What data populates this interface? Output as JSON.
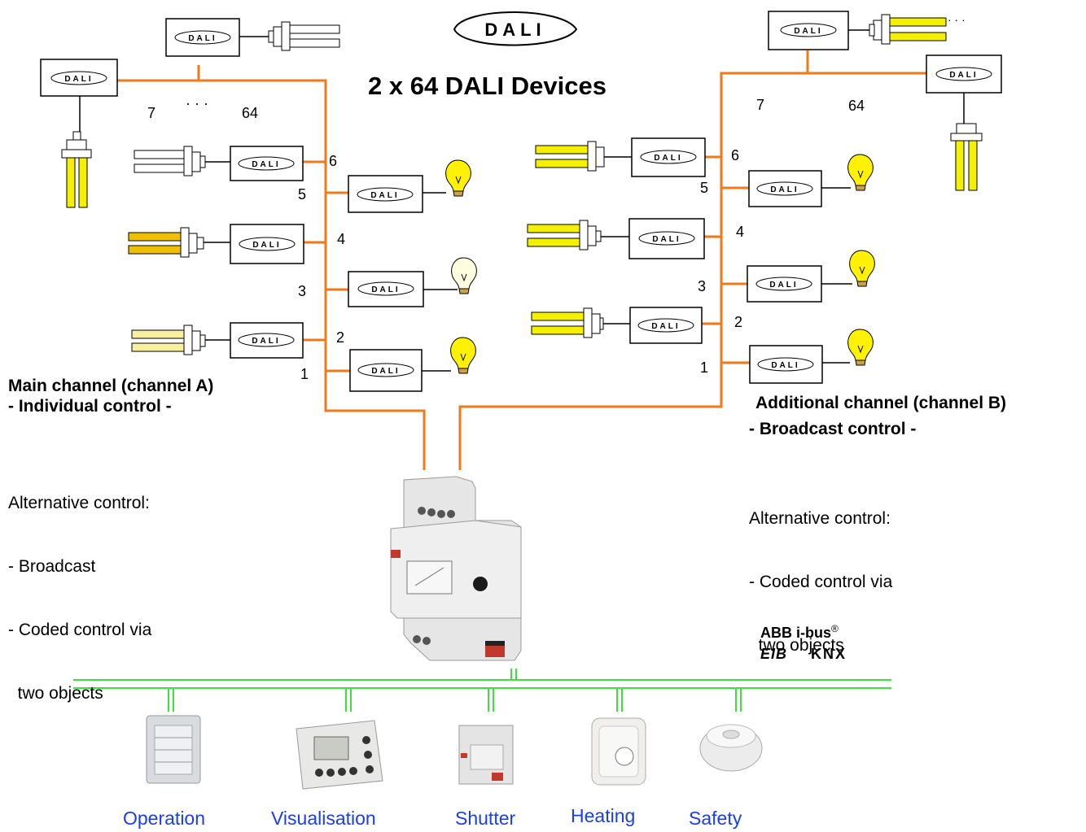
{
  "header": {
    "logo_text": "DALI",
    "title": "2 x 64 DALI Devices"
  },
  "dali_label": "DALI",
  "channel_a": {
    "numbers": [
      "7",
      "· · ·",
      "64",
      "6",
      "5",
      "4",
      "3",
      "2",
      "1"
    ],
    "heading_line1": "Main channel (channel A)",
    "heading_line2": "- Individual control -",
    "alt_title": "Alternative control:",
    "alt_items": [
      "- Broadcast",
      "- Coded control via",
      "  two objects"
    ]
  },
  "channel_b": {
    "numbers": [
      "7",
      "64",
      "6",
      "5",
      "4",
      "3",
      "2",
      "1"
    ],
    "dots": "· · ·",
    "heading_line1": "Additional channel (channel B)",
    "heading_line2": "- Broadcast control -",
    "alt_title": "Alternative control:",
    "alt_items": [
      "- Coded control via",
      "  two objects"
    ]
  },
  "brand": {
    "line1": "ABB i-bus",
    "registered": "®",
    "eib": "EIB",
    "knx": "KNX"
  },
  "bus_devices": [
    {
      "name": "Operation"
    },
    {
      "name": "Visualisation"
    },
    {
      "name": "Shutter"
    },
    {
      "name": "Heating"
    },
    {
      "name": "Safety"
    }
  ],
  "colors": {
    "dali_line": "#f07a1a",
    "bus_line": "#3ee03e",
    "caption": "#1a3ee8",
    "tube_yellow": "#f4f000",
    "tube_amber": "#f0c000",
    "tube_pale": "#f8f0a0",
    "bulb": "#fff200"
  }
}
